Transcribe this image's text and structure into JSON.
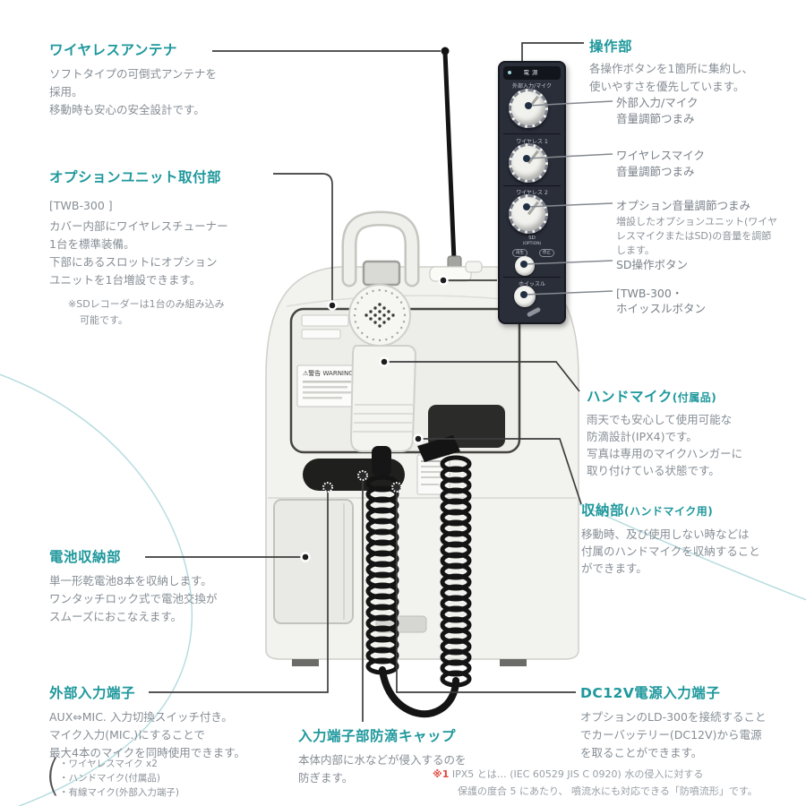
{
  "colors": {
    "accent": "#1f989c",
    "body_text": "#868e95",
    "callout_line": "#3d3d3d",
    "panel_line": "#85898f",
    "note_red": "#e0483e",
    "panel_bg": "#2a2e39",
    "arc": "#b7dce0"
  },
  "sections": {
    "wireless_antenna": {
      "title": "ワイヤレスアンテナ",
      "body": [
        "ソフトタイプの可倒式アンテナを",
        "採用。",
        "移動時も安心の安全設計です。"
      ]
    },
    "option_unit": {
      "title": "オプションユニット取付部",
      "body": [
        "[TWB-300 ]",
        "カバー内部にワイヤレスチューナー",
        "1台を標準装備。",
        "下部にあるスロットにオプション",
        "ユニットを1台増設できます。"
      ],
      "note": [
        "※SDレコーダーは1台のみ組み込み",
        "可能です。"
      ]
    },
    "operation": {
      "title": "操作部",
      "body": [
        "各操作ボタンを1箇所に集約し、",
        "使いやすさを優先しています。"
      ]
    },
    "knob_input": {
      "lines": [
        "外部入力/マイク",
        "音量調節つまみ"
      ]
    },
    "knob_wireless": {
      "lines": [
        "ワイヤレスマイク",
        "音量調節つまみ"
      ]
    },
    "knob_option": {
      "title": "オプション音量調節つまみ",
      "body": [
        "増設したオプションユニット(ワイヤ",
        "レスマイクまたはSD)の音量を調節",
        "します。"
      ]
    },
    "sd_button": {
      "title": "SD操作ボタン"
    },
    "whistle_button": {
      "lines": [
        "[TWB-300・",
        "ホイッスルボタン"
      ]
    },
    "hand_mic": {
      "title": "ハンドマイク",
      "title_suffix": "(付属品)",
      "body": [
        "雨天でも安心して使用可能な",
        "防滴設計(IPX4)です。",
        "写真は専用のマイクハンガーに",
        "取り付けている状態です。"
      ]
    },
    "storage": {
      "title": "収納部",
      "title_suffix": "(ハンドマイク用)",
      "body": [
        "移動時、及び使用しない時などは",
        "付属のハンドマイクを収納すること",
        "ができます。"
      ]
    },
    "battery": {
      "title": "電池収納部",
      "body": [
        "単一形乾電池8本を収納します。",
        "ワンタッチロック式で電池交換が",
        "スムーズにおこなえます。"
      ]
    },
    "ext_input": {
      "title": "外部入力端子",
      "body": [
        "AUX⇔MIC. 入力切換スイッチ付き。",
        "マイク入力(MIC.)にすることで",
        "最大4本のマイクを同時使用できます。"
      ],
      "bracket": "(",
      "list": [
        "・ワイヤレスマイク x2",
        "・ハンドマイク(付属品)",
        "・有線マイク(外部入力端子)"
      ]
    },
    "drip_cap": {
      "title": "入力端子部防滴キャップ",
      "body": [
        "本体内部に水などが侵入するのを",
        "防ぎます。"
      ]
    },
    "dc12v": {
      "title": "DC12V電源入力端子",
      "body": [
        "オプションのLD-300を接続すること",
        "でカーバッテリー(DC12V)から電源",
        "を取ることができます。"
      ]
    }
  },
  "panel": {
    "power": "電源",
    "input_label": "外部入力/マイク",
    "wireless1": "ワイヤレス 1",
    "wireless2": "ワイヤレス 2",
    "option": "(OPTION)",
    "sd": "SD",
    "play": "再生",
    "stop": "停止",
    "whistle": "ホイッスル"
  },
  "device": {
    "warning": "⚠警告 WARNING"
  },
  "footnote": {
    "mark": "※1",
    "line1": "IPX5 とは… (IEC 60529 JIS C 0920) 水の侵入に対する",
    "line2": "保護の度合 5 にあたり、 噴流水にも対応できる「防噴流形」です。"
  }
}
